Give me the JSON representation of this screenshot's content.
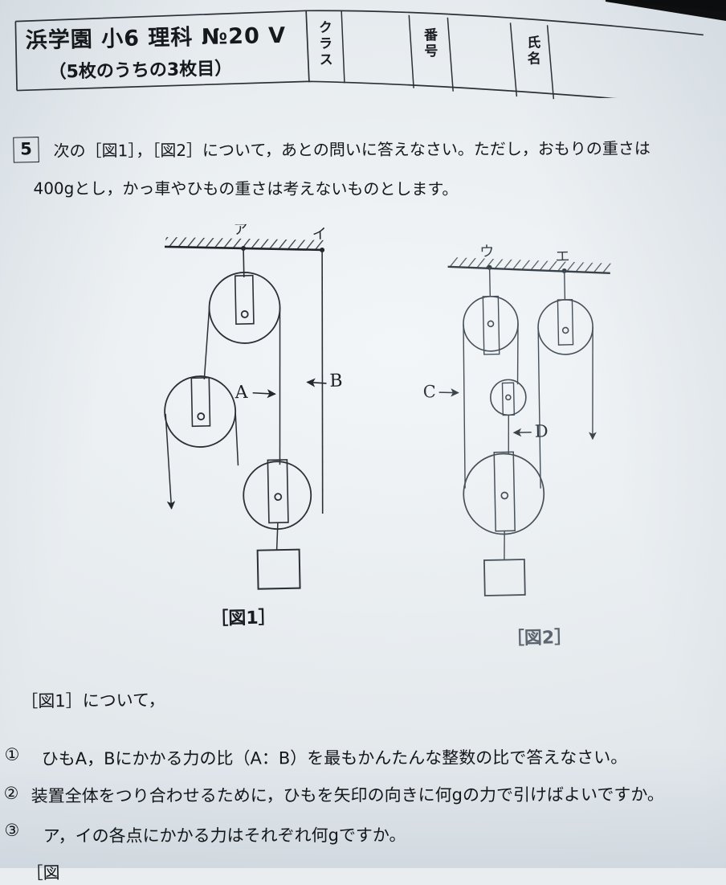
{
  "header": {
    "title_main": "浜学園 小6 理科 №20 V",
    "title_sub": "（5枚のうちの3枚目）",
    "class_label": "クラス",
    "number_label": "番号",
    "name_label": "氏名"
  },
  "question": {
    "number": "5",
    "stem_line1": "次の［図1］，［図2］について，あとの問いに答えなさい。ただし，おもりの重さは",
    "stem_line2": "400gとし，かっ車やひもの重さは考えないものとします。"
  },
  "figures": {
    "fig1": {
      "caption": "［図1］",
      "ceiling_points": [
        "ア",
        "イ"
      ],
      "string_labels": [
        "A",
        "B"
      ],
      "label_a": "A",
      "label_b": "B",
      "pulleys": [
        {
          "name": "fixed-pulley-top",
          "type": "fixed"
        },
        {
          "name": "movable-pulley-left",
          "type": "movable"
        },
        {
          "name": "movable-pulley-bottom",
          "type": "movable"
        }
      ],
      "weight": {
        "name": "weight-block"
      }
    },
    "fig2": {
      "caption": "［図2］",
      "ceiling_points": [
        "ウ",
        "エ"
      ],
      "string_labels": [
        "C",
        "D"
      ],
      "label_c": "C",
      "label_d": "D",
      "pulleys": [
        {
          "name": "fixed-pulley-left",
          "type": "fixed"
        },
        {
          "name": "fixed-pulley-right",
          "type": "fixed"
        },
        {
          "name": "movable-pulley-small",
          "type": "movable"
        },
        {
          "name": "movable-pulley-large",
          "type": "movable"
        }
      ],
      "weight": {
        "name": "weight-block"
      }
    }
  },
  "subquestions": {
    "heading": "［図1］について，",
    "items": [
      {
        "marker": "①",
        "text": "ひもA，Bにかかる力の比（A：B）を最もかんたんな整数の比で答えなさい。"
      },
      {
        "marker": "②",
        "text": "装置全体をつり合わせるために，ひもを矢印の向きに何gの力で引けばよいですか。"
      },
      {
        "marker": "③",
        "text": "ア，イの各点にかかる力はそれぞれ何gですか。"
      }
    ],
    "next_partial": "［図"
  },
  "colors": {
    "paper": "#edf1f4",
    "ink": "#14171a",
    "faded_ink": "#5d6670",
    "desk": "#0b0d0e"
  }
}
